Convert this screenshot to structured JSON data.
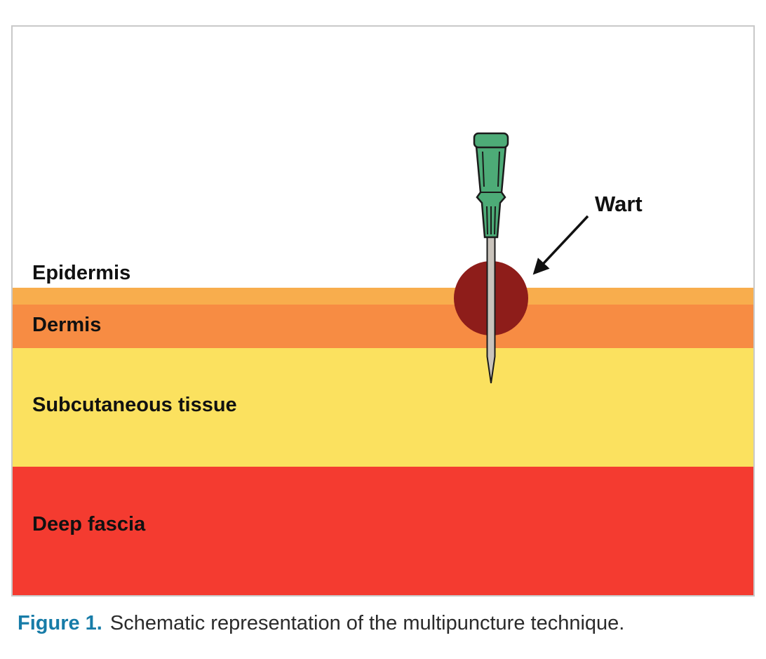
{
  "figure": {
    "layers": [
      {
        "name": "epidermis",
        "label": "Epidermis",
        "color": "#F8AD4D"
      },
      {
        "name": "dermis",
        "label": "Dermis",
        "color": "#F78C43"
      },
      {
        "name": "subcutaneous_tissue",
        "label": "Subcutaneous tissue",
        "color": "#FBE15F"
      },
      {
        "name": "deep_fascia",
        "label": "Deep fascia",
        "color": "#F43B30"
      }
    ],
    "annotation": {
      "label": "Wart",
      "wart_color": "#8E1D1A",
      "arrow_color": "#111111"
    },
    "needle": {
      "hub_color": "#4DAB77",
      "shaft_color": "#C9C3BB",
      "outline_color": "#1B1B1B"
    }
  },
  "caption": {
    "number_label": "Figure 1.",
    "text": "Schematic representation of the multipuncture technique.",
    "number_color": "#177CA8"
  }
}
